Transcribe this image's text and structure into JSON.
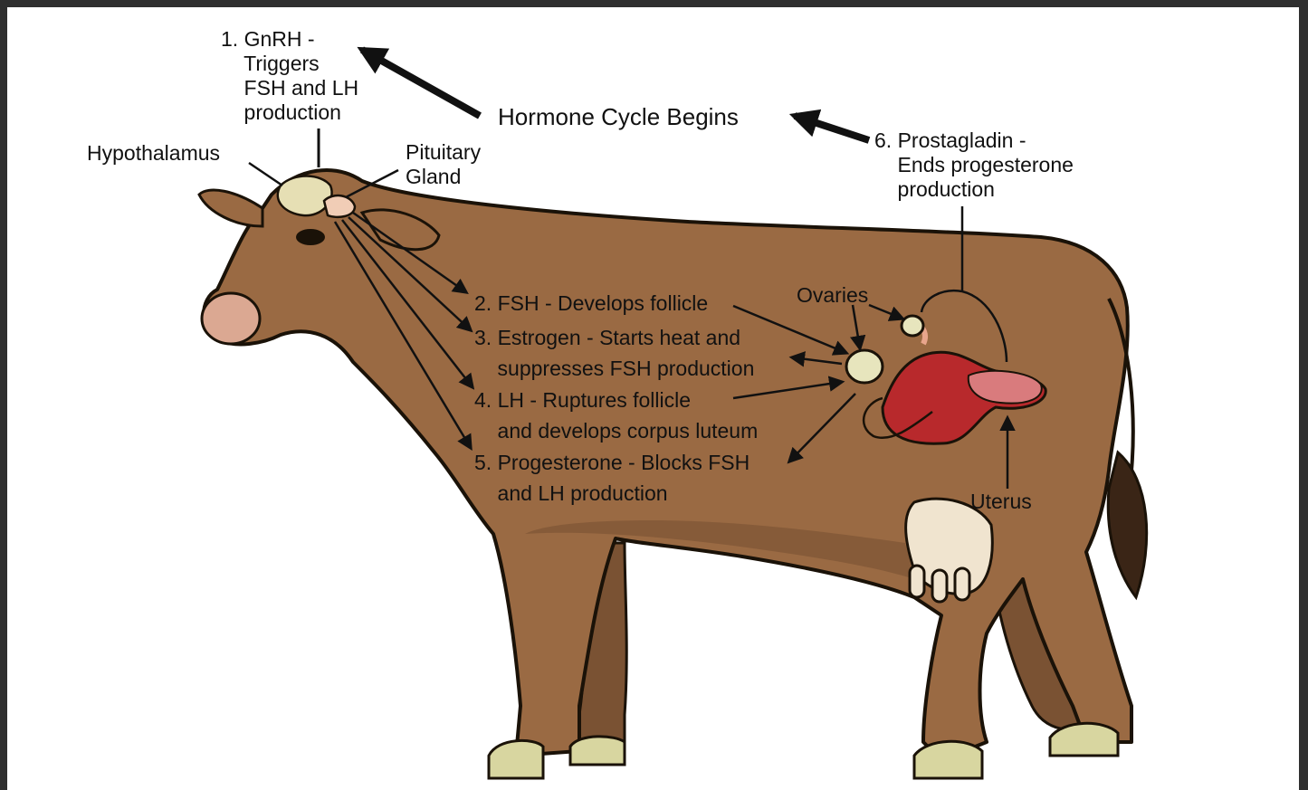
{
  "colors": {
    "frame": "#2f2f2f",
    "cow_body": "#9a6a43",
    "cow_shade": "#7a5233",
    "cow_outline": "#1a1208",
    "gland": "#e6dfb4",
    "pituitary": "#f1cdb6",
    "nose": "#dba892",
    "hoof": "#d8d6a0",
    "udder": "#f0e4cf",
    "uterus": "#b8292c",
    "ovary": "#e7e5bd",
    "tail_tuft": "#3a2516",
    "arrow": "#111111"
  },
  "labels": {
    "title": "Hormone Cycle Begins",
    "gnrh": "1. GnRH -\n    Triggers\n    FSH and LH\n    production",
    "hypothalamus": "Hypothalamus",
    "pituitary": "Pituitary\nGland",
    "prostagladin": "6. Prostagladin -\n    Ends progesterone\n    production",
    "fsh": "2. FSH - Develops follicle",
    "estrogen": "3. Estrogen - Starts heat and\n    suppresses FSH production",
    "lh": "4. LH - Ruptures follicle\n    and develops corpus luteum",
    "progesterone": "5. Progesterone - Blocks FSH\n    and LH production",
    "ovaries": "Ovaries",
    "uterus": "Uterus"
  }
}
